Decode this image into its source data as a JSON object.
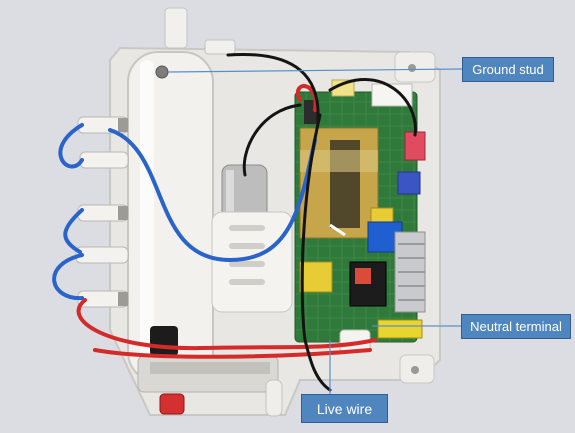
{
  "labels": {
    "ground_stud": "Ground stud",
    "neutral_terminal": "Neutral terminal",
    "live_wire": "Live wire"
  },
  "colors": {
    "background": "#dcdde2",
    "callout_fill": "#4f86bf",
    "leader_line": "#5b8fcc",
    "circuit_board": "#2f7a3a",
    "plastic_housing": "#ecebe8",
    "wire_red": "#d42a2a",
    "wire_blue": "#2a63c9",
    "wire_black": "#141414",
    "relay_blue": "#1f5fd0",
    "capacitor_yellow": "#e7cc35"
  }
}
